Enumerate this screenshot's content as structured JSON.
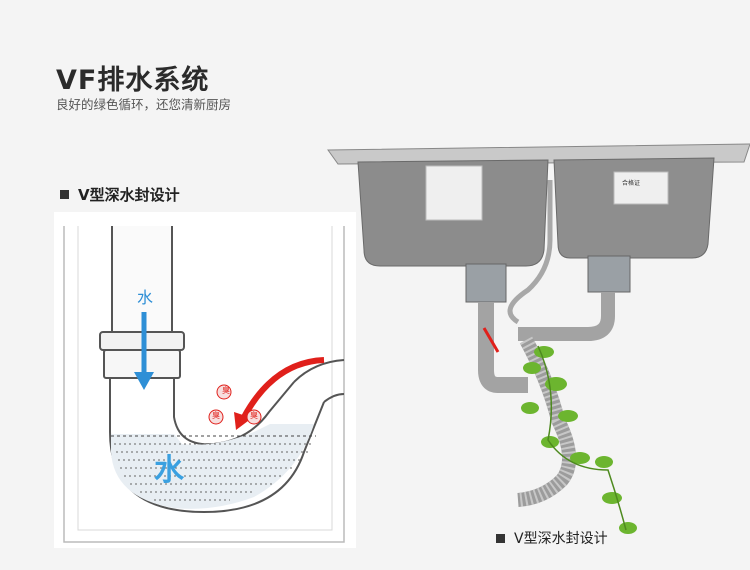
{
  "header": {
    "title": "VF排水系统",
    "subtitle": "良好的绿色循环，还您清新厨房"
  },
  "left_panel": {
    "heading": "V型深水封设计",
    "pipe_label": "水",
    "water_label": "水",
    "odor_markers": [
      "臭",
      "臭",
      "臭"
    ]
  },
  "right_panel": {
    "caption": "V型深水封设计",
    "sink_label_left": "",
    "sink_label_right": "合格证"
  },
  "colors": {
    "arrow_blue": "#2e8fd6",
    "arrow_red": "#e0201b",
    "water_blue": "#3aa0e0",
    "leaf_green": "#6cb52f"
  }
}
